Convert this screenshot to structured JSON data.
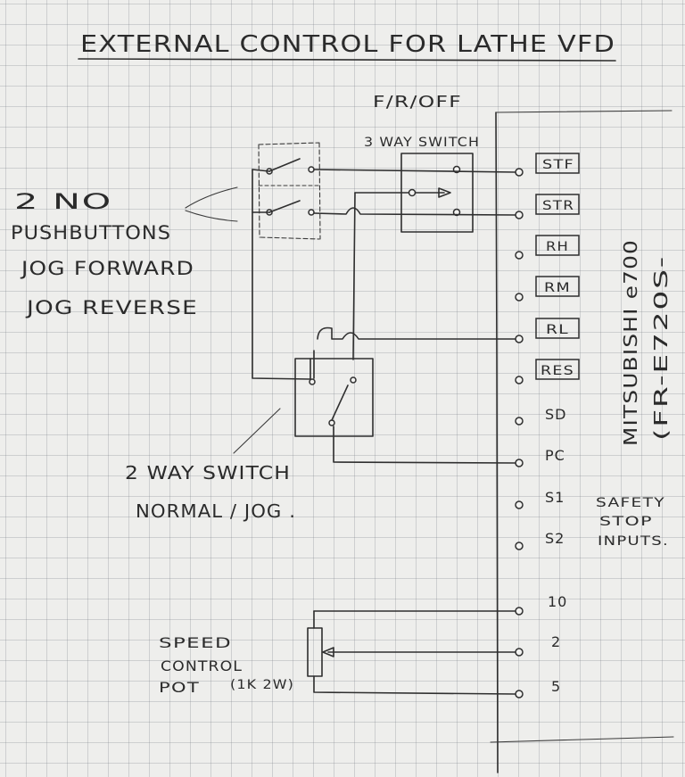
{
  "title": "EXTERNAL CONTROL FOR LATHE VFD",
  "switch_frl": {
    "label": "F/R/OFF",
    "sublabel": "3 WAY SWITCH"
  },
  "pushbuttons": {
    "lines": [
      "2 NO",
      "PUSHBUTTONS",
      "JOG FORWARD",
      "JOG REVERSE"
    ]
  },
  "normal_jog_switch": {
    "lines": [
      "2 WAY SWITCH",
      "NORMAL / JOG ."
    ]
  },
  "speed_pot": {
    "lines": [
      "SPEED",
      "CONTROL",
      "POT"
    ],
    "rating": "(1K 2W)"
  },
  "terminals": [
    {
      "label": "STF",
      "boxed": true
    },
    {
      "label": "STR",
      "boxed": true
    },
    {
      "label": "RH",
      "boxed": true
    },
    {
      "label": "RM",
      "boxed": true
    },
    {
      "label": "RL",
      "boxed": true
    },
    {
      "label": "RES",
      "boxed": true
    },
    {
      "label": "SD",
      "boxed": false
    },
    {
      "label": "PC",
      "boxed": false
    },
    {
      "label": "S1",
      "boxed": false
    },
    {
      "label": "S2",
      "boxed": false
    },
    {
      "label": "10",
      "boxed": false
    },
    {
      "label": "2",
      "boxed": false
    },
    {
      "label": "5",
      "boxed": false
    }
  ],
  "safety": {
    "lines": [
      "SAFETY",
      "STOP",
      "INPUTS."
    ]
  },
  "inverter": {
    "model": "MITSUBISHI e700",
    "part": "(FR-E720S-"
  }
}
